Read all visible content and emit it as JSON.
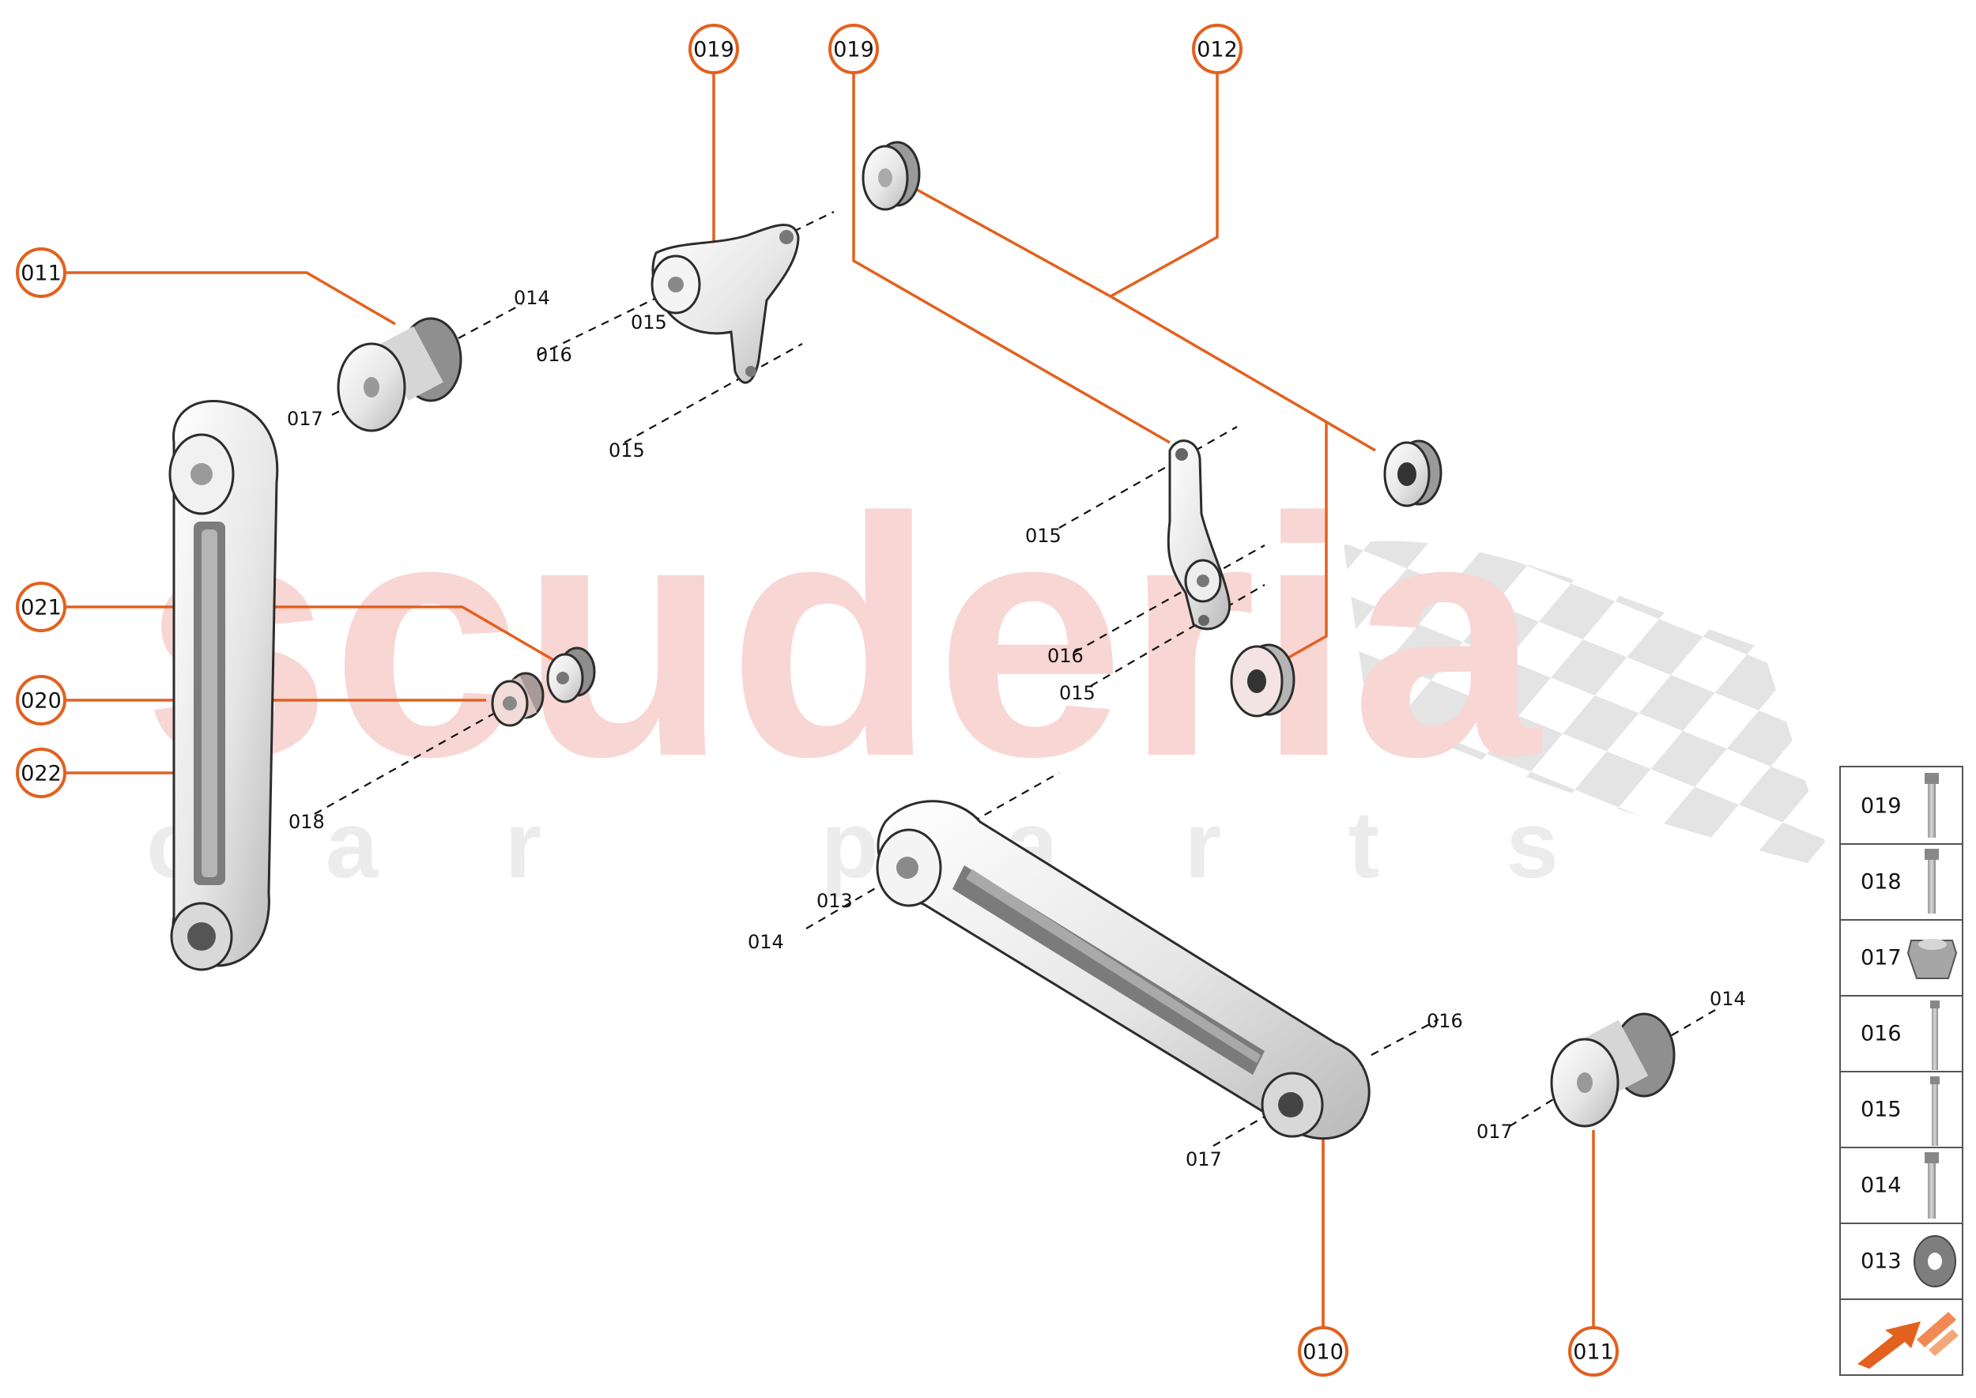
{
  "watermark": {
    "brand": "scuderia",
    "tagline": "car parts"
  },
  "callouts": {
    "c019_top_left": "019",
    "c019_top_right": "019",
    "c012": "012",
    "c011_left": "011",
    "c021": "021",
    "c020": "020",
    "c022": "022",
    "c010": "010",
    "c011_bottom": "011"
  },
  "part_labels": {
    "l014_upper": "014",
    "l016_upper": "016",
    "l015_upper_a": "015",
    "l015_upper_b": "015",
    "l017_left": "017",
    "l015_mid_a": "015",
    "l016_mid": "016",
    "l015_mid_b": "015",
    "l018": "018",
    "l013": "013",
    "l014_lower": "014",
    "l016_lower": "016",
    "l017_lower": "017",
    "l014_right": "014",
    "l017_right": "017"
  },
  "legend": {
    "items": [
      {
        "code": "019",
        "icon": "flange-bolt-icon"
      },
      {
        "code": "018",
        "icon": "flange-bolt-icon"
      },
      {
        "code": "017",
        "icon": "hex-nut-icon"
      },
      {
        "code": "016",
        "icon": "long-bolt-icon"
      },
      {
        "code": "015",
        "icon": "long-bolt-icon"
      },
      {
        "code": "014",
        "icon": "flange-bolt-icon"
      },
      {
        "code": "013",
        "icon": "washer-icon"
      }
    ],
    "footer_icon": "direction-arrow-icon"
  },
  "colors": {
    "accent": "#e2611f",
    "watermark_red": "#f8d6d4",
    "watermark_grey": "#e4e4e4"
  }
}
